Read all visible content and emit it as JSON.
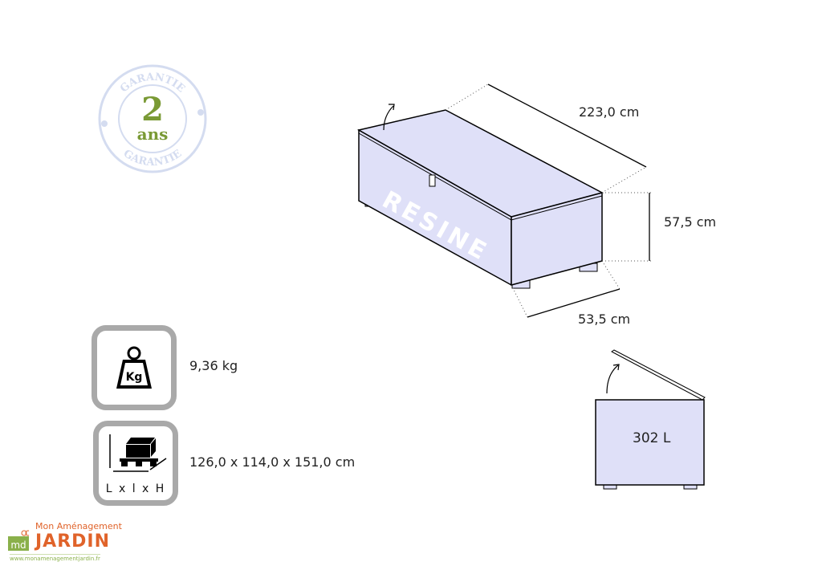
{
  "warranty_seal": {
    "top_text": "GARANTIE",
    "number": "2",
    "unit": "ans",
    "bottom_text": "GARANTIE"
  },
  "product": {
    "material_label": "RESINE",
    "length": "223,0 cm",
    "height": "57,5 cm",
    "depth": "53,5 cm",
    "volume": "302 L"
  },
  "weight": {
    "icon": "weight-kg-icon",
    "icon_text": "Kg",
    "value": "9,36 kg"
  },
  "package": {
    "icon": "pallet-package-icon",
    "icon_caption": "L x l x H",
    "value": "126,0 x 114,0 x 151,0 cm"
  },
  "logo": {
    "top": "Mon Aménagement",
    "main": "JARDIN",
    "url": "www.monamenagementjardin.fr"
  },
  "colors": {
    "box_fill": "#dfe0f8",
    "seal": "#d4dcf0",
    "seal_number": "#7a9a35",
    "brand": "#e0632a",
    "brand_green": "#8ab04a"
  }
}
